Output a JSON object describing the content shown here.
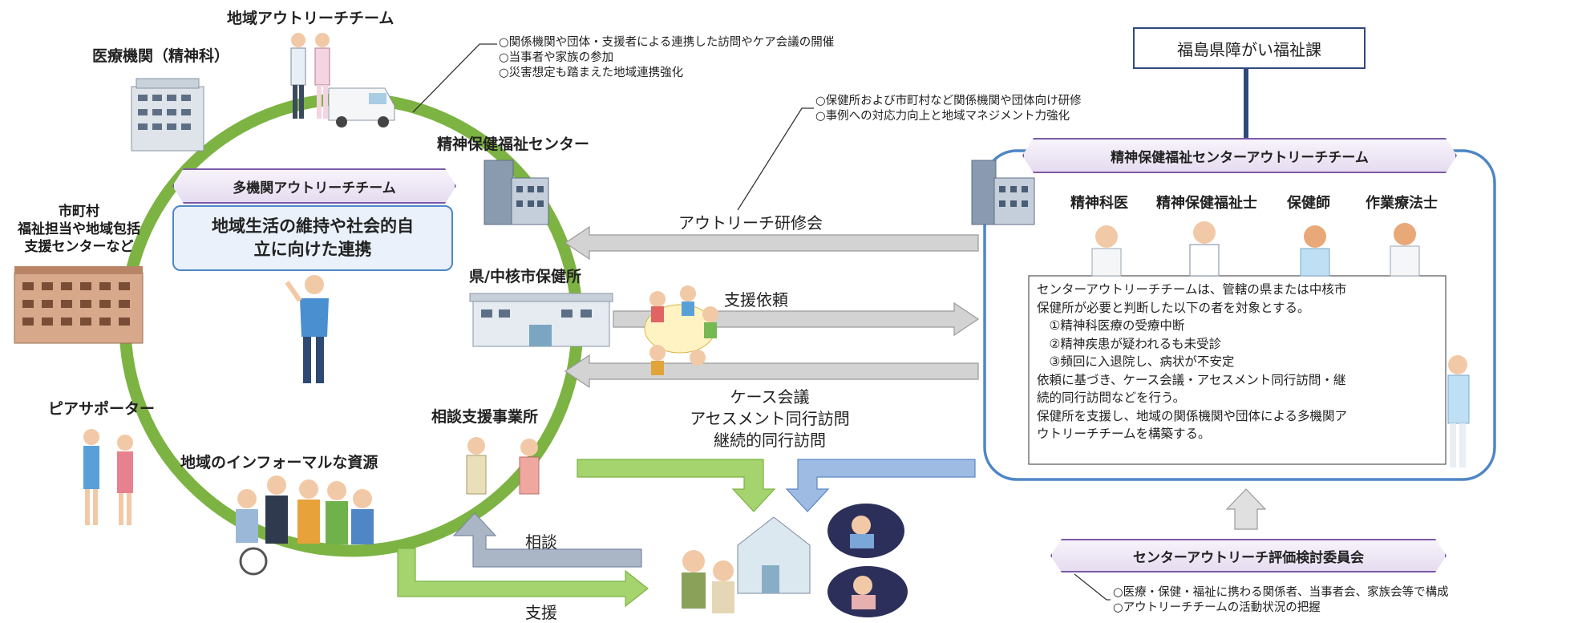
{
  "labels": {
    "community_outreach_team": "地域アウトリーチチーム",
    "medical_institution": "医療機関（精神科）",
    "mental_health_center": "精神保健福祉センター",
    "municipality": [
      "市町村",
      "福祉担当や地域包括",
      "支援センターなど"
    ],
    "health_center": "県/中核市保健所",
    "peer_supporter": "ピアサポーター",
    "consultation_office": "相談支援事業所",
    "informal_resources": "地域のインフォーマルな資源"
  },
  "top_notes": [
    "○関係機関や団体・支援者による連携した訪問やケア会議の開催",
    "○当事者や家族の参加",
    "○災害想定も踏まえた地域連携強化"
  ],
  "training_notes": [
    "○保健所および市町村など関係機関や団体向け研修",
    "○事例への対応力向上と地域マネジメント力強化"
  ],
  "multi_agency": {
    "banner": "多機関アウトリーチチーム",
    "box_text": [
      "地域生活の維持や社会的自",
      "立に向けた連携"
    ]
  },
  "fukushima_box": "福島県障がい福祉課",
  "center_team": {
    "banner": "精神保健福祉センターアウトリーチチーム",
    "roles": [
      "精神科医",
      "精神保健福祉士",
      "保健師",
      "作業療法士"
    ],
    "description": [
      "センターアウトリーチチームは、管轄の県または中核市",
      "保健所が必要と判断した以下の者を対象とする。",
      "　①精神科医療の受療中断",
      "　②精神疾患が疑われるも未受診",
      "　③頻回に入退院し、病状が不安定",
      "依頼に基づき、ケース会議・アセスメント同行訪問・継",
      "続的同行訪問などを行う。",
      "保健所を支援し、地域の関係機関や団体による多機関ア",
      "ウトリーチチームを構築する。"
    ]
  },
  "arrows": {
    "training": "アウトリーチ研修会",
    "support_request": "支援依頼",
    "case_meeting": [
      "ケース会議",
      "アセスメント同行訪問",
      "継続的同行訪問"
    ],
    "consultation": "相談",
    "support": "支援"
  },
  "evaluation": {
    "banner": "センターアウトリーチ評価検討委員会",
    "notes": [
      "○医療・保健・福祉に携わる関係者、当事者会、家族会等で構成",
      "○アウトリーチチームの活動状況の把握"
    ]
  },
  "colors": {
    "ring_green": "#7cb342",
    "arrow_gray": "#c8c8c8",
    "arrow_green": "#9ccc65",
    "arrow_blue": "#8faedb",
    "arrow_slate": "#a9b4c2",
    "team_border": "#4f86c6",
    "banner_border": "#7b5aa6",
    "navy": "#2e4a7d"
  }
}
